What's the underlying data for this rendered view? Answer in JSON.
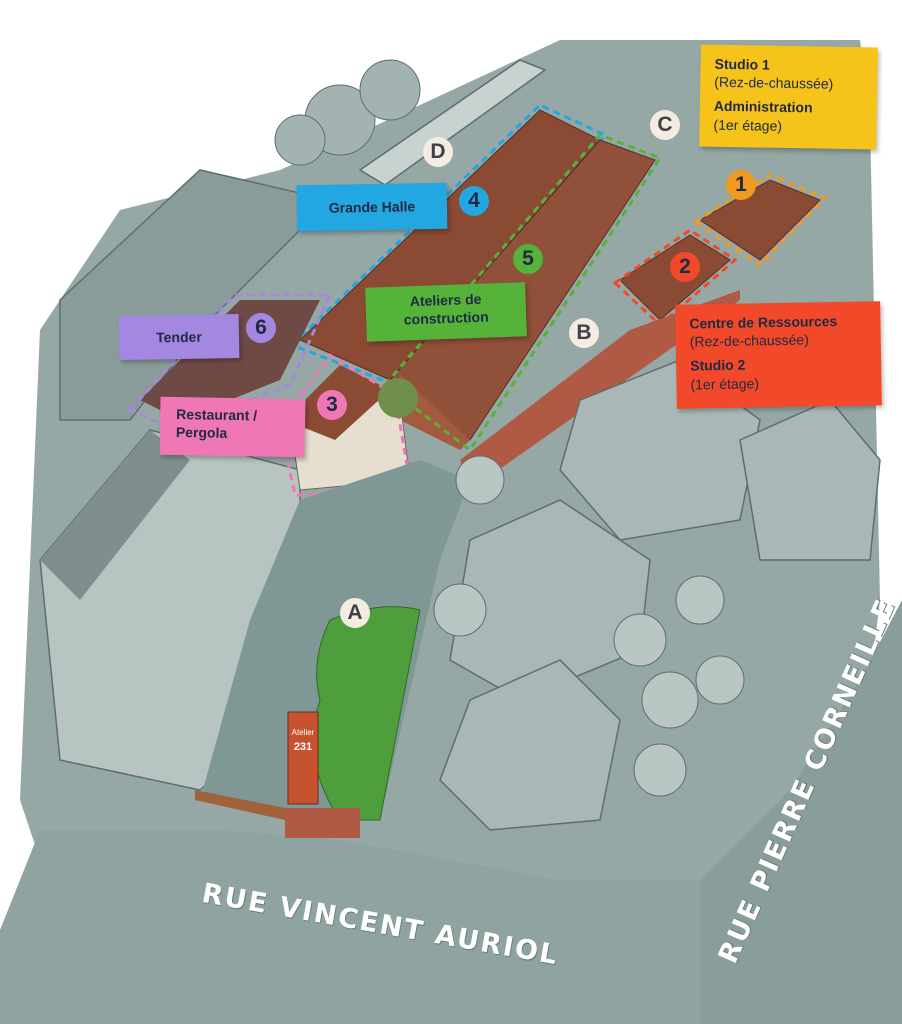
{
  "labels": {
    "studio1_title": "Studio 1",
    "studio1_sub": "(Rez-de-chaussée)",
    "admin_title": "Administration",
    "admin_sub": "(1er étage)",
    "centre_title": "Centre de Ressources",
    "centre_sub": "(Rez-de-chaussée)",
    "studio2_title": "Studio 2",
    "studio2_sub": "(1er étage)",
    "grande_halle": "Grande Halle",
    "ateliers_line1": "Ateliers de",
    "ateliers_line2": "construction",
    "tender": "Tender",
    "restaurant_line1": "Restaurant /",
    "restaurant_line2": "Pergola"
  },
  "numbers": {
    "n1": "1",
    "n2": "2",
    "n3": "3",
    "n4": "4",
    "n5": "5",
    "n6": "6"
  },
  "letters": {
    "a": "A",
    "b": "B",
    "c": "C",
    "d": "D"
  },
  "streets": {
    "vincent_auriol": "RUE VINCENT AURIOL",
    "pierre_corneille": "RUE PIERRE CORNEILLE"
  },
  "sign": {
    "line1": "Atelier",
    "line2": "231"
  },
  "colors": {
    "yellow": "#f6c31a",
    "red": "#f2492a",
    "blue": "#22a7e0",
    "green": "#56b33a",
    "purple": "#a487e0",
    "pink": "#ef77b4",
    "orange": "#f29a1f",
    "roof": "#8a4a33",
    "ground": "#8fa3a1"
  }
}
